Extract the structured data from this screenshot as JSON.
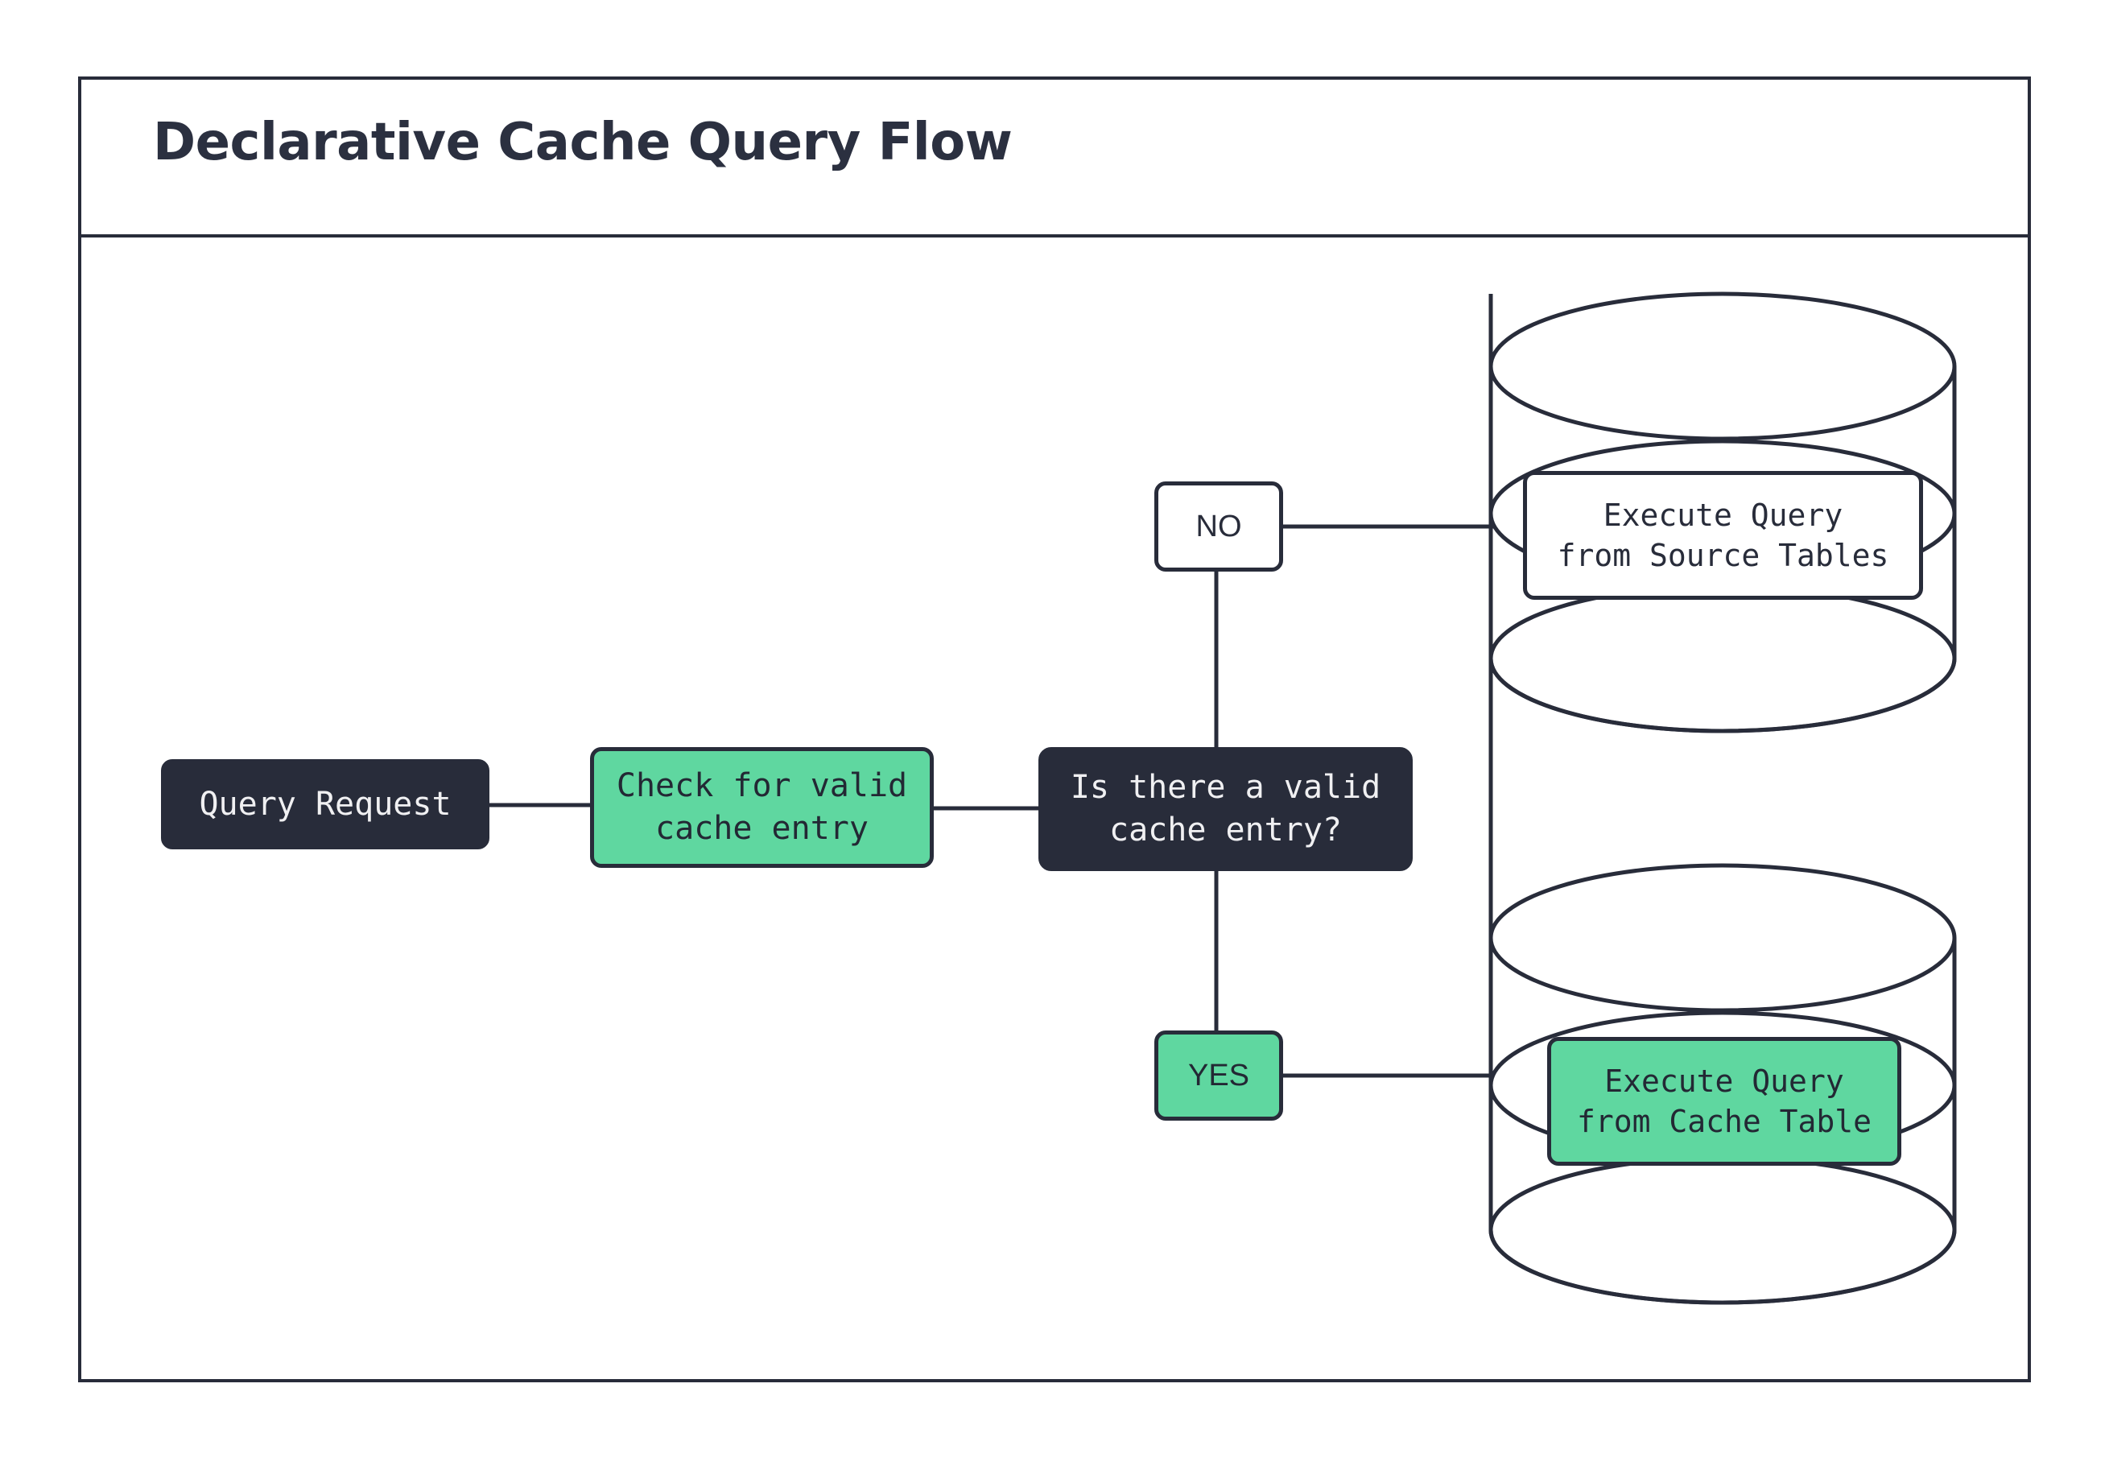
{
  "page": {
    "title": "Declarative Cache Query Flow",
    "background": "#ffffff"
  },
  "colors": {
    "ink": "#282c3a",
    "accent_green": "#5fd7a0",
    "dark_fill": "#282c3a",
    "light_text": "#f0f0f2",
    "white": "#ffffff"
  },
  "diagram": {
    "type": "flowchart",
    "nodes": [
      {
        "id": "query-request",
        "label": "Query Request",
        "shape": "rounded-rect",
        "fill": "#282c3a",
        "text_color": "#f0f0f2"
      },
      {
        "id": "check-cache",
        "label": "Check for valid\ncache entry",
        "shape": "rounded-rect",
        "fill": "#5fd7a0",
        "text_color": "#232834"
      },
      {
        "id": "decision",
        "label": "Is there a valid\ncache entry?",
        "shape": "rounded-rect",
        "fill": "#282c3a",
        "text_color": "#f0f0f2"
      },
      {
        "id": "branch-no",
        "label": "NO",
        "shape": "rounded-rect",
        "fill": "#ffffff",
        "text_color": "#282c3a"
      },
      {
        "id": "branch-yes",
        "label": "YES",
        "shape": "rounded-rect",
        "fill": "#5fd7a0",
        "text_color": "#232834"
      },
      {
        "id": "exec-source",
        "label": "Execute Query\nfrom Source Tables",
        "shape": "rounded-rect-on-database",
        "fill": "#ffffff",
        "text_color": "#282c3a"
      },
      {
        "id": "exec-cache",
        "label": "Execute Query\nfrom Cache Table",
        "shape": "rounded-rect-on-database",
        "fill": "#5fd7a0",
        "text_color": "#232834"
      }
    ],
    "databases": [
      {
        "id": "source-tables-db",
        "position": "top-right",
        "discs": 3
      },
      {
        "id": "cache-table-db",
        "position": "bottom-right",
        "discs": 3
      }
    ],
    "edges": [
      {
        "from": "query-request",
        "to": "check-cache"
      },
      {
        "from": "check-cache",
        "to": "decision"
      },
      {
        "from": "decision",
        "to": "branch-no"
      },
      {
        "from": "decision",
        "to": "branch-yes"
      },
      {
        "from": "branch-no",
        "to": "exec-source"
      },
      {
        "from": "branch-yes",
        "to": "exec-cache"
      }
    ]
  }
}
